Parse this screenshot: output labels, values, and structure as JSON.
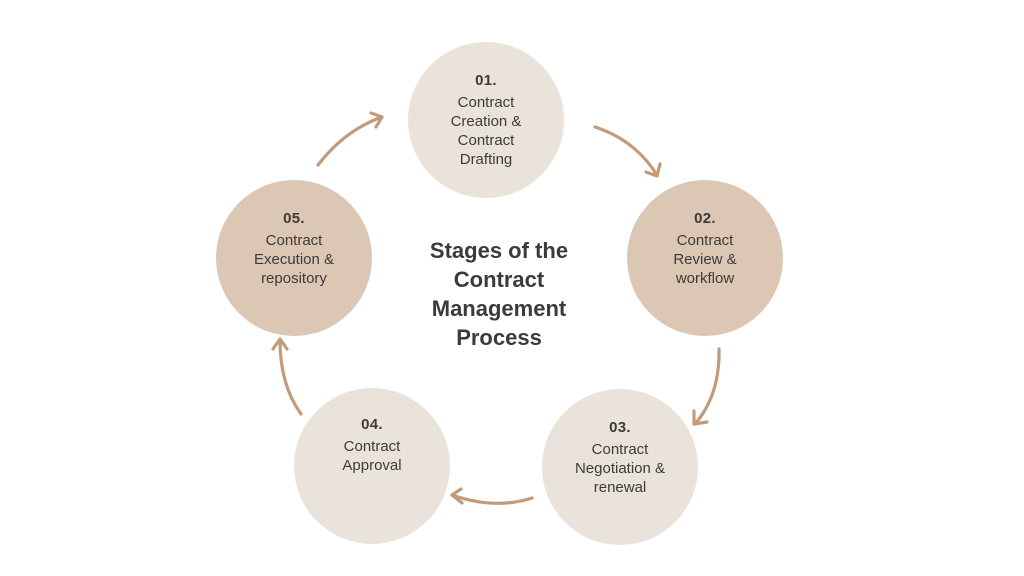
{
  "diagram": {
    "title": "Stages of the Contract Management Process",
    "title_lines": [
      "Stages of the",
      "Contract",
      "Management",
      "Process"
    ],
    "colors": {
      "light_circle": "#e9e3dc",
      "tan_circle": "#dcc7b5",
      "arrow": "#c19b7c",
      "text": "#3d3a37"
    },
    "stages": [
      {
        "number": "01.",
        "label": "Contract Creation & Contract Drafting"
      },
      {
        "number": "02.",
        "label": "Contract Review & workflow"
      },
      {
        "number": "03.",
        "label": "Contract Negotiation & renewal"
      },
      {
        "number": "04.",
        "label": "Contract Approval"
      },
      {
        "number": "05.",
        "label": "Contract Execution & repository"
      }
    ],
    "flow": [
      "01 -> 02",
      "02 -> 03",
      "03 -> 04",
      "04 -> 05",
      "05 -> 01"
    ]
  }
}
